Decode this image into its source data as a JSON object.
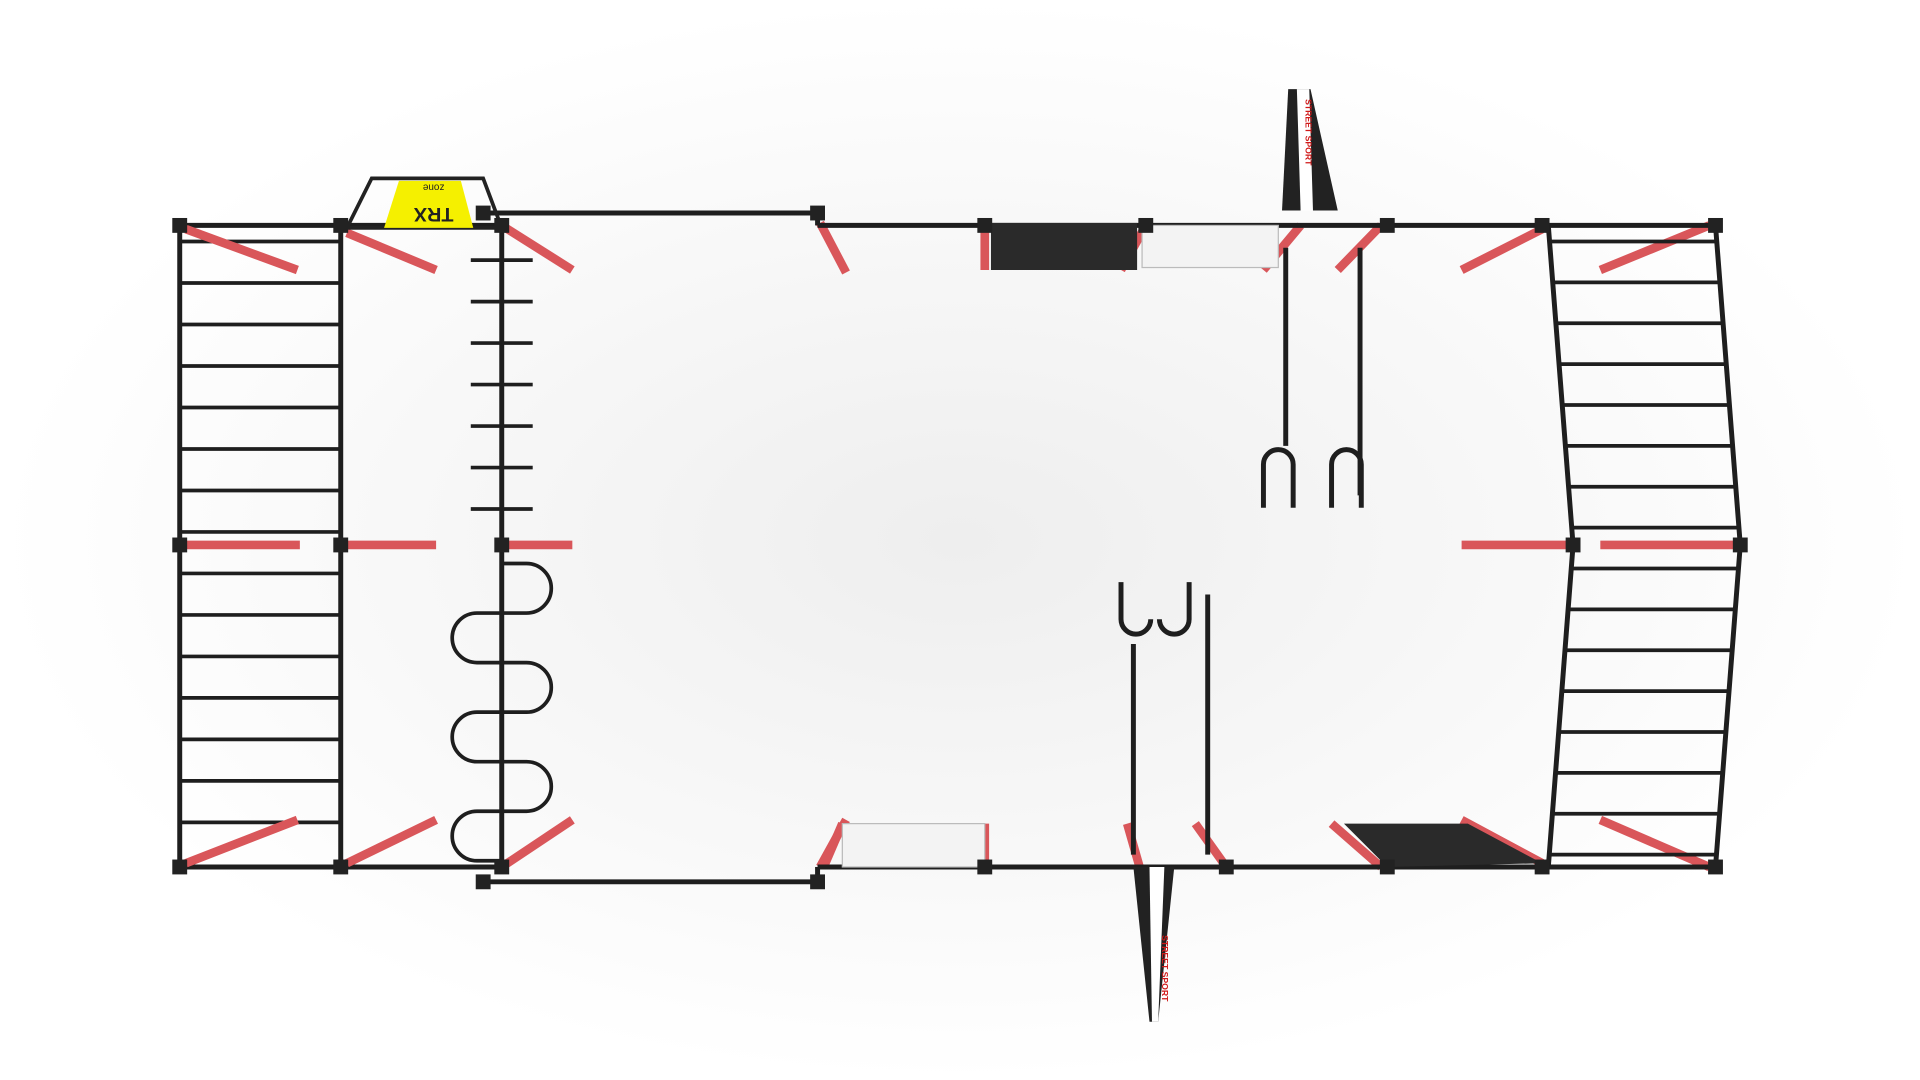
{
  "scene": {
    "description_label": "",
    "trx_logo": {
      "brand": "TRX",
      "sub": "zone",
      "color": "#f5f000"
    },
    "banners": [
      {
        "text": "STREET SPORT"
      },
      {
        "text": "STREET SPORT"
      }
    ],
    "colors": {
      "frame": "#1e1e1e",
      "arms": "#d9565a",
      "background": "#ffffff"
    }
  }
}
